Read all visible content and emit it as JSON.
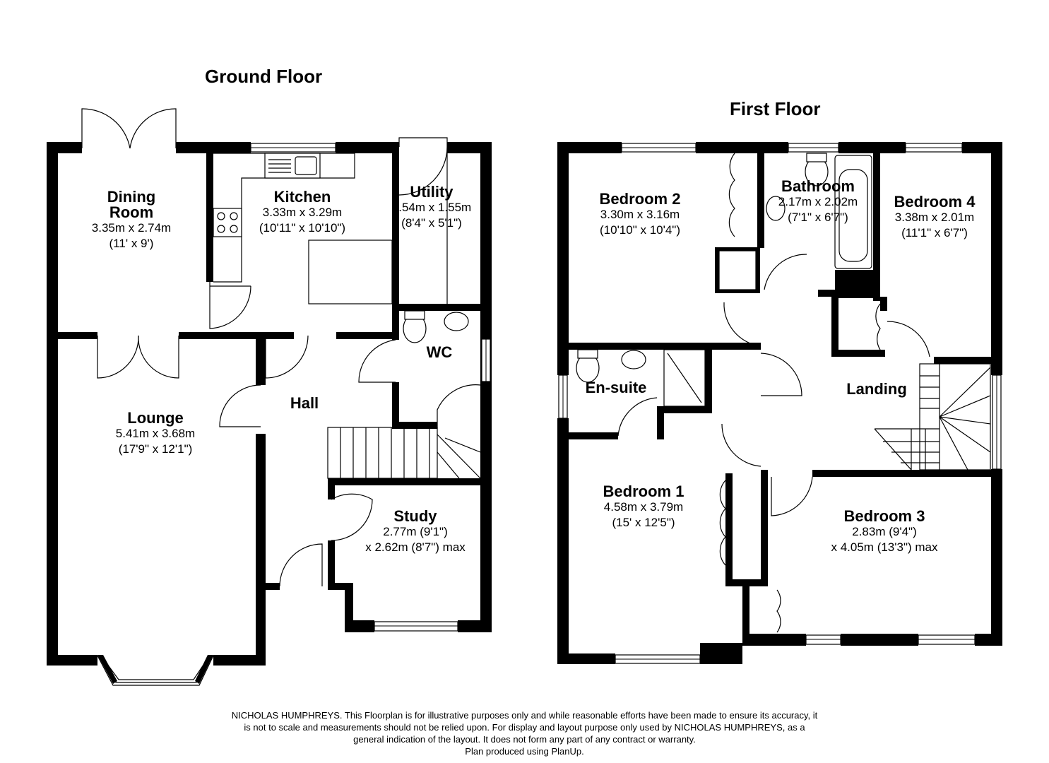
{
  "floors": [
    {
      "title": "Ground Floor"
    },
    {
      "title": "First Floor"
    }
  ],
  "rooms": {
    "dining": {
      "name": "Dining",
      "name2": "Room",
      "dims": [
        "3.35m x 2.74m",
        "(11' x 9')"
      ]
    },
    "kitchen": {
      "name": "Kitchen",
      "dims": [
        "3.33m x 3.29m",
        "(10'11\" x 10'10\")"
      ]
    },
    "utility": {
      "name": "Utility",
      "dims": [
        "2.54m x 1.55m",
        "(8'4\" x 5'1\")"
      ]
    },
    "wc": {
      "name": "WC"
    },
    "hall": {
      "name": "Hall"
    },
    "lounge": {
      "name": "Lounge",
      "dims": [
        "5.41m x 3.68m",
        "(17'9\" x 12'1\")"
      ]
    },
    "study": {
      "name": "Study",
      "dims": [
        "2.77m (9'1\")",
        "x 2.62m (8'7\") max"
      ]
    },
    "bedroom2": {
      "name": "Bedroom 2",
      "dims": [
        "3.30m x 3.16m",
        "(10'10\" x 10'4\")"
      ]
    },
    "bathroom": {
      "name": "Bathroom",
      "dims": [
        "2.17m x 2.02m",
        "(7'1\" x 6'7\")"
      ]
    },
    "bedroom4": {
      "name": "Bedroom 4",
      "dims": [
        "3.38m x 2.01m",
        "(11'1\" x 6'7\")"
      ]
    },
    "ensuite": {
      "name": "En-suite"
    },
    "landing": {
      "name": "Landing"
    },
    "bedroom1": {
      "name": "Bedroom 1",
      "dims": [
        "4.58m x 3.79m",
        "(15' x 12'5\")"
      ]
    },
    "bedroom3": {
      "name": "Bedroom 3",
      "dims": [
        "2.83m (9'4\")",
        "x 4.05m (13'3\") max"
      ]
    }
  },
  "disclaimer": [
    "NICHOLAS HUMPHREYS. This Floorplan is for illustrative purposes only and while reasonable efforts have been made to ensure its accuracy, it",
    "is not to scale and measurements should not be relied upon. For display and layout purpose only used by NICHOLAS HUMPHREYS, as a",
    "general indication of the layout. It does not form any part of any contract or warranty.",
    "Plan produced using PlanUp."
  ],
  "colors": {
    "wall": "#000000",
    "line": "#000000",
    "background": "#ffffff"
  }
}
